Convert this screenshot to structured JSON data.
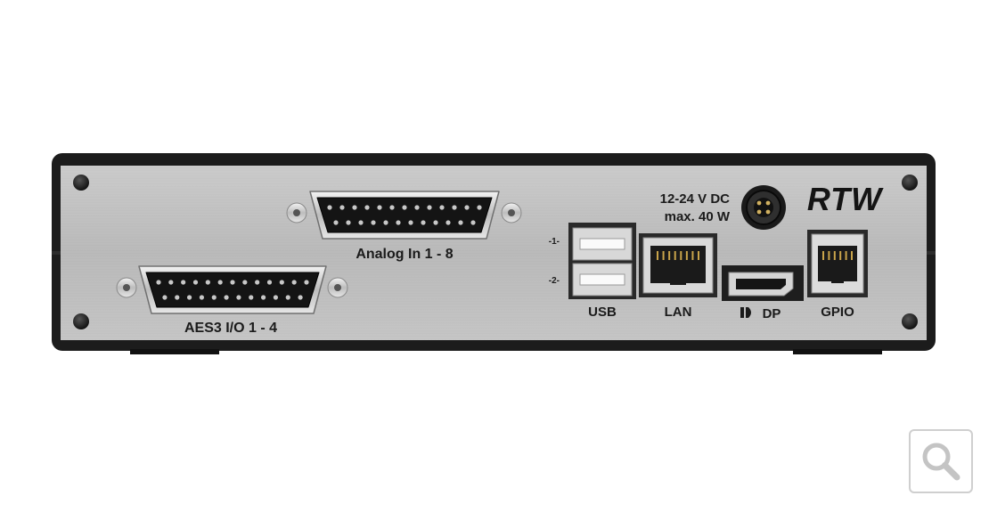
{
  "device": {
    "brand": "RTW",
    "power_line1": "12-24 V DC",
    "power_line2": "max. 40 W",
    "ports": {
      "analog_in": "Analog In 1 - 8",
      "aes3_io": "AES3 I/O 1 - 4",
      "usb": "USB",
      "usb_port1": "-1-",
      "usb_port2": "-2-",
      "lan": "LAN",
      "dp": "DP",
      "gpio": "GPIO"
    }
  },
  "colors": {
    "panel_metal": "#b9b9b9",
    "chassis": "#1c1c1c",
    "background": "#ffffff"
  },
  "ui": {
    "zoom_icon": "magnifier-icon"
  }
}
